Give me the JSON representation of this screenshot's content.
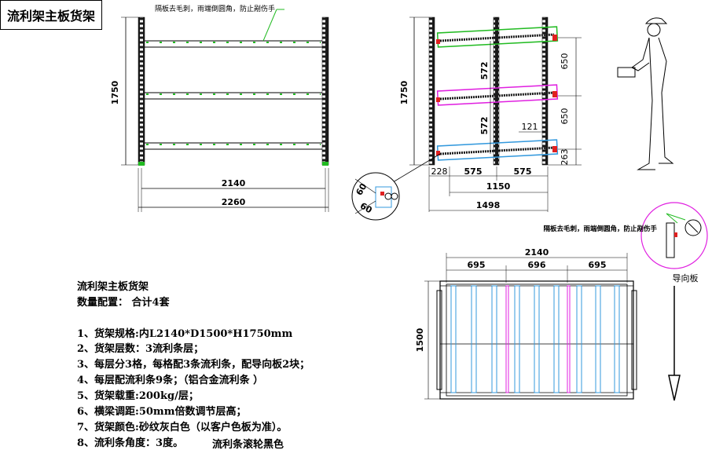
{
  "title": "流利架主板货架",
  "front_view": {
    "note": "隔板去毛刺，雨端倒圆角，防止剐伤手",
    "height": "1750",
    "width_inner": "2140",
    "width_outer": "2260"
  },
  "side_view": {
    "height": "1750",
    "levels": [
      "572",
      "572"
    ],
    "gaps": [
      "650",
      "650"
    ],
    "bottom": "263",
    "top_dim": "121",
    "seg_left": "228",
    "seg1": "575",
    "seg2": "575",
    "depth_inner": "1150",
    "depth_outer": "1498"
  },
  "detail": {
    "angle1": "60",
    "angle2": "60"
  },
  "guide_note": "隔板去毛刺，雨端倒圆角，防止剐伤手",
  "guide_label": "导向板",
  "top_view": {
    "width": "2140",
    "bays": [
      "695",
      "696",
      "695"
    ],
    "depth": "1500"
  },
  "spec": {
    "heading": "流利架主板货架",
    "qty": "数量配置：  合计4套",
    "lines": [
      "1、货架规格:内L2140*D1500*H1750mm",
      "2、货架层数：3流利条层；",
      "3、每层分3格，每格配3条流利条，配导向板2块；",
      "4、每层配流利条9条；（铝合金流利条 ）",
      "5、货架载重:200kg/层；",
      "6、横梁调距:50mm倍数调节层高；",
      "7、货架颜色:砂纹灰白色（以客户色板为准）。",
      "8、流利条角度：3度。"
    ],
    "roller_note": "流利条滚轮黑色"
  }
}
